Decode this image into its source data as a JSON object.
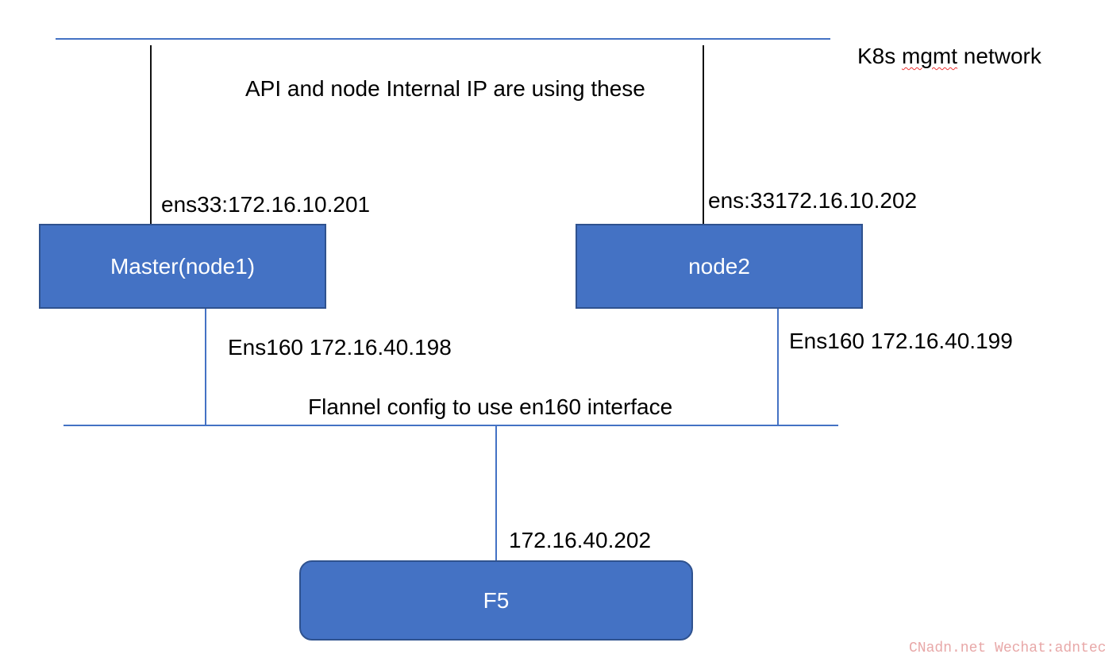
{
  "mgmt_network": {
    "label_prefix": "K8s ",
    "label_word": "mgmt",
    "label_suffix": " network",
    "note": "API  and node Internal IP are using these"
  },
  "flannel_network": {
    "note": "Flannel config to use en160 interface"
  },
  "nodes": {
    "master": {
      "label": "Master(node1)",
      "mgmt_ip": "ens33:172.16.10.201",
      "data_ip": "Ens160 172.16.40.198"
    },
    "node2": {
      "label": "node2",
      "mgmt_ip": "ens:33172.16.10.202",
      "data_ip": "Ens160 172.16.40.199"
    },
    "f5": {
      "label": "F5",
      "ip": "172.16.40.202"
    }
  },
  "watermark": "CNadn.net Wechat:adntech",
  "colors": {
    "box_fill": "#4472c4",
    "box_border": "#2f528f",
    "network_line": "#4472c4",
    "mgmt_drop_line": "#111111"
  }
}
